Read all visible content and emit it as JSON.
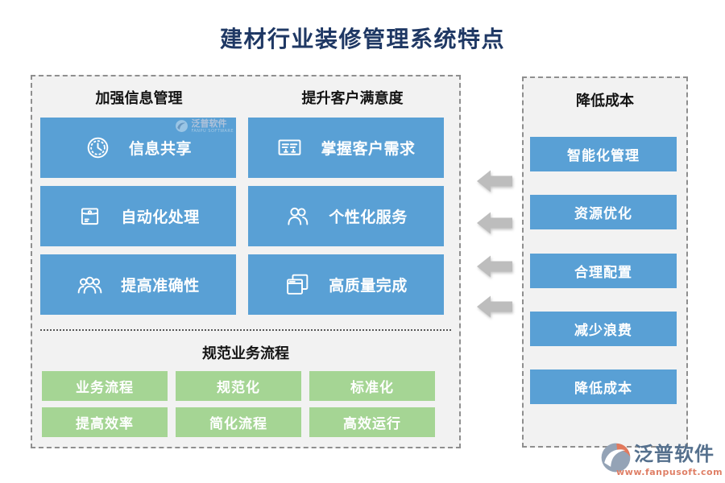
{
  "title": "建材行业装修管理系统特点",
  "left_panel": {
    "columns": [
      {
        "header": "加强信息管理",
        "items": [
          {
            "icon": "clock-icon",
            "label": "信息共享"
          },
          {
            "icon": "envelope-icon",
            "label": "自动化处理"
          },
          {
            "icon": "people-group-icon",
            "label": "提高准确性"
          }
        ]
      },
      {
        "header": "提升客户满意度",
        "items": [
          {
            "icon": "checklist-board-icon",
            "label": "掌握客户需求"
          },
          {
            "icon": "two-users-icon",
            "label": "个性化服务"
          },
          {
            "icon": "stacked-windows-icon",
            "label": "高质量完成"
          }
        ]
      }
    ],
    "process_section": {
      "header": "规范业务流程",
      "buttons": [
        "业务流程",
        "规范化",
        "标准化",
        "提高效率",
        "简化流程",
        "高效运行"
      ]
    }
  },
  "right_panel": {
    "header": "降低成本",
    "buttons": [
      "智能化管理",
      "资源优化",
      "合理配置",
      "减少浪费",
      "降低成本"
    ]
  },
  "connector_arrows": {
    "icon": "left-block-arrow-icon",
    "direction": "left",
    "count": 4
  },
  "watermark": {
    "brand": "泛普软件",
    "brand_sub": "FANPU SOFTWARE",
    "icon": "fanpu-logo-icon"
  },
  "footer_logo": {
    "brand": "泛普软件",
    "url": "www.fanpusoft.com",
    "icon": "fanpu-logo-icon"
  },
  "colors": {
    "title_navy": "#1F3864",
    "box_blue": "#59A0D5",
    "button_green": "#A5D594",
    "panel_bg": "#F2F2F2",
    "dashed_border": "#8F8F8F",
    "arrow_gray": "#BDBDBD",
    "logo_text": "#55708D",
    "logo_url_coral": "#DF7F66"
  }
}
